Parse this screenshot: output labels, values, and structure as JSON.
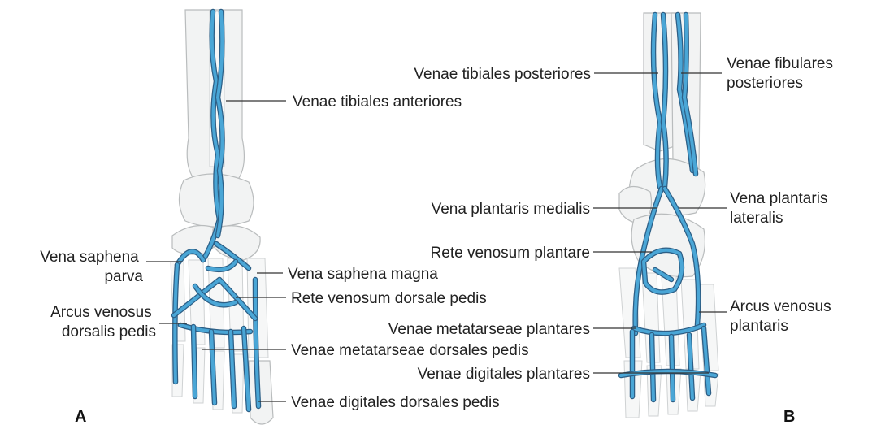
{
  "panels": [
    {
      "letter": "A",
      "labels": [
        {
          "id": "tib-ant",
          "lines": [
            "Venae tibiales anteriores"
          ]
        },
        {
          "id": "saph-parva",
          "lines": [
            "Vena saphena",
            "parva"
          ]
        },
        {
          "id": "saph-magna",
          "lines": [
            "Vena saphena magna"
          ]
        },
        {
          "id": "rete-dorsale",
          "lines": [
            "Rete venosum dorsale pedis"
          ]
        },
        {
          "id": "arcus-dorsalis",
          "lines": [
            "Arcus venosus",
            "dorsalis pedis"
          ]
        },
        {
          "id": "metatarseae-dorsales",
          "lines": [
            "Venae metatarseae dorsales pedis"
          ]
        },
        {
          "id": "digitales-dorsales",
          "lines": [
            "Venae digitales dorsales pedis"
          ]
        }
      ]
    },
    {
      "letter": "B",
      "labels": [
        {
          "id": "tib-post",
          "lines": [
            "Venae tibiales posteriores"
          ]
        },
        {
          "id": "fib-post",
          "lines": [
            "Venae fibulares",
            "posteriores"
          ]
        },
        {
          "id": "plant-med",
          "lines": [
            "Vena plantaris medialis"
          ]
        },
        {
          "id": "plant-lat",
          "lines": [
            "Vena plantaris",
            "lateralis"
          ]
        },
        {
          "id": "rete-plantare",
          "lines": [
            "Rete venosum plantare"
          ]
        },
        {
          "id": "arcus-plantaris",
          "lines": [
            "Arcus venosus",
            "plantaris"
          ]
        },
        {
          "id": "metatarseae-plantares",
          "lines": [
            "Venae metatarseae plantares"
          ]
        },
        {
          "id": "digitales-plantares",
          "lines": [
            "Venae digitales plantares"
          ]
        }
      ]
    }
  ],
  "colors": {
    "vein": "#4aa6d6",
    "vein_dark": "#2d5f86",
    "bone_outline": "#b9bcbd"
  }
}
